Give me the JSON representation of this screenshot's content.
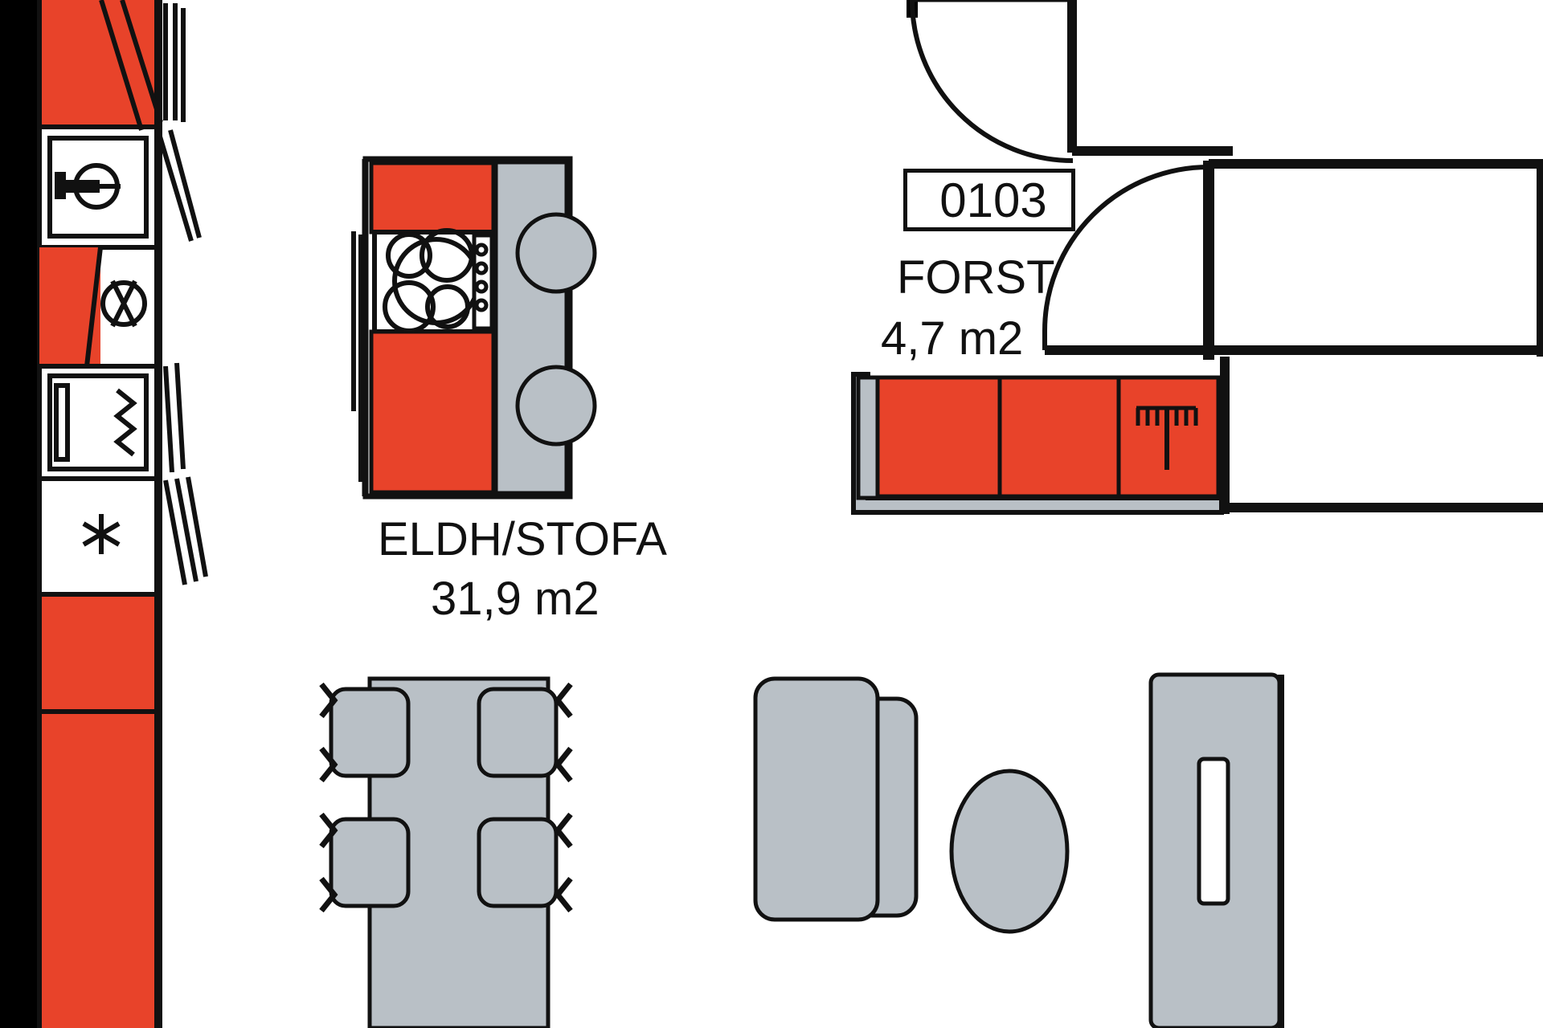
{
  "drawing": {
    "type": "architectural-floor-plan",
    "title_visible": false,
    "units": "m2",
    "colors": {
      "cabinet_orange": "#E8432A",
      "furniture_gray": "#B9C0C6",
      "line_black": "#111111",
      "background_white": "#FFFFFF",
      "wall_black": "#000000"
    }
  },
  "rooms": [
    {
      "id": "eldh-stofa",
      "name": "ELDH/STOFA",
      "area": "31,9 m2",
      "number": null
    },
    {
      "id": "forst",
      "name": "FORST",
      "area": "4,7 m2",
      "number": "0103"
    }
  ],
  "labels": {
    "eldh_name": "ELDH/STOFA",
    "eldh_area": "31,9 m2",
    "forst_number": "0103",
    "forst_name": "FORST",
    "forst_area": "4,7 m2"
  },
  "fixtures": [
    {
      "name": "kitchen-sink",
      "symbol": "sink-with-faucet",
      "fill": "white"
    },
    {
      "name": "dishwasher",
      "symbol": "crossed-circle",
      "fill": "white"
    },
    {
      "name": "oven",
      "symbol": "zigzag-heating-element",
      "fill": "white"
    },
    {
      "name": "freezer",
      "symbol": "asterisk-snowflake",
      "fill": "white"
    },
    {
      "name": "cooktop",
      "symbol": "four-burner-hob",
      "fill": "white"
    },
    {
      "name": "coat-rack",
      "symbol": "hanger-rail",
      "fill": "orange"
    },
    {
      "name": "bar-stool-upper",
      "symbol": "circle",
      "fill": "gray"
    },
    {
      "name": "bar-stool-lower",
      "symbol": "circle",
      "fill": "gray"
    },
    {
      "name": "dining-table",
      "symbol": "rounded-rectangle",
      "fill": "gray"
    },
    {
      "name": "dining-chair",
      "symbol": "rounded-rectangle",
      "fill": "gray",
      "count": 4
    },
    {
      "name": "sofa",
      "symbol": "rounded-rectangle",
      "fill": "gray"
    },
    {
      "name": "armchair",
      "symbol": "rounded-rectangle",
      "fill": "gray"
    },
    {
      "name": "side-table",
      "symbol": "ellipse",
      "fill": "gray"
    },
    {
      "name": "entry-door",
      "symbol": "door-swing-arc"
    },
    {
      "name": "top-door",
      "symbol": "door-swing-arc"
    }
  ],
  "cabinets": {
    "left_wall_run": [
      "orange-upper",
      "sink-unit",
      "orange-dishwasher",
      "oven-unit",
      "freezer-unit",
      "orange-base-1",
      "orange-base-2"
    ],
    "island": [
      "orange-top",
      "cooktop",
      "orange-bottom"
    ],
    "entry_run": [
      "orange-1",
      "orange-2",
      "orange-coat-rack"
    ]
  }
}
